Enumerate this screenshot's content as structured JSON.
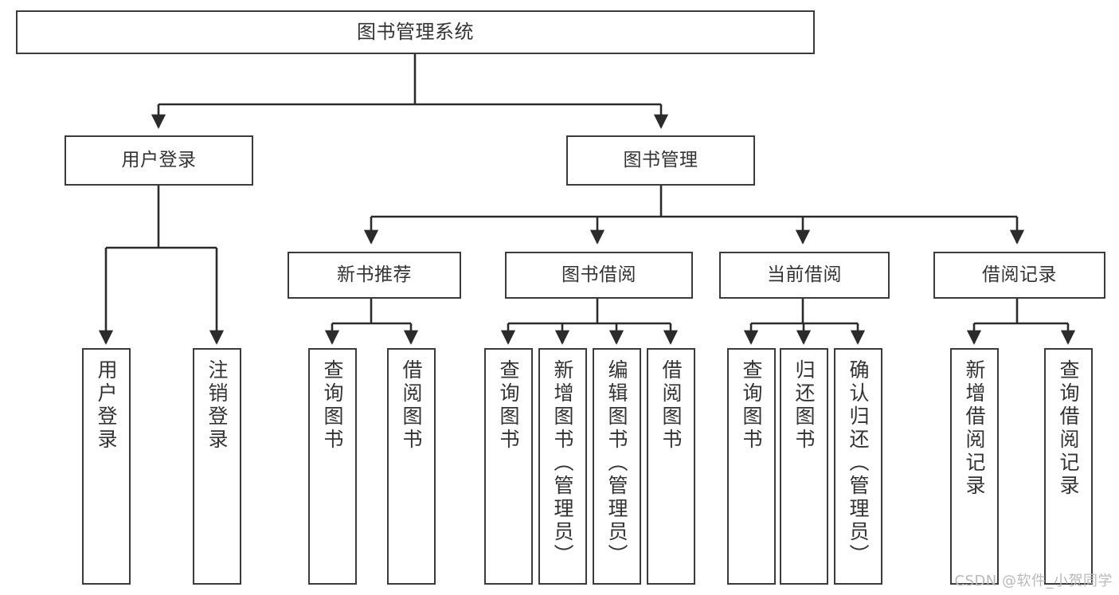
{
  "diagram": {
    "title": "图书管理系统",
    "type": "tree-hierarchy-diagram",
    "watermark": "CSDN @软件_小贺同学",
    "colors": {
      "background": "#ffffff",
      "box_border": "#3b3b3b",
      "box_fill": "#ffffff",
      "text": "#333333",
      "edge": "#2b2b2b",
      "watermark": "#b9b9b9"
    },
    "root": {
      "label": "图书管理系统"
    },
    "level2": [
      {
        "id": "user-login",
        "label": "用户登录"
      },
      {
        "id": "book-manage",
        "label": "图书管理"
      }
    ],
    "level3": [
      {
        "id": "new-book-rec",
        "label": "新书推荐"
      },
      {
        "id": "book-borrow",
        "label": "图书借阅"
      },
      {
        "id": "current-borrow",
        "label": "当前借阅"
      },
      {
        "id": "borrow-record",
        "label": "借阅记录"
      }
    ],
    "leaves": {
      "user-login": [
        {
          "id": "leaf-user-login",
          "label": "用户登录"
        },
        {
          "id": "leaf-logout",
          "label": "注销登录"
        }
      ],
      "new-book-rec": [
        {
          "id": "leaf-query-book-1",
          "label": "查询图书"
        },
        {
          "id": "leaf-borrow-book-1",
          "label": "借阅图书"
        }
      ],
      "book-borrow": [
        {
          "id": "leaf-query-book-2",
          "label": "查询图书"
        },
        {
          "id": "leaf-add-book",
          "label": "新增图书（管理员）"
        },
        {
          "id": "leaf-edit-book",
          "label": "编辑图书（管理员）"
        },
        {
          "id": "leaf-borrow-book-2",
          "label": "借阅图书"
        }
      ],
      "current-borrow": [
        {
          "id": "leaf-query-book-3",
          "label": "查询图书"
        },
        {
          "id": "leaf-return-book",
          "label": "归还图书"
        },
        {
          "id": "leaf-confirm-return",
          "label": "确认归还（管理员）"
        }
      ],
      "borrow-record": [
        {
          "id": "leaf-add-record",
          "label": "新增借阅记录"
        },
        {
          "id": "leaf-query-record",
          "label": "查询借阅记录"
        }
      ]
    }
  }
}
